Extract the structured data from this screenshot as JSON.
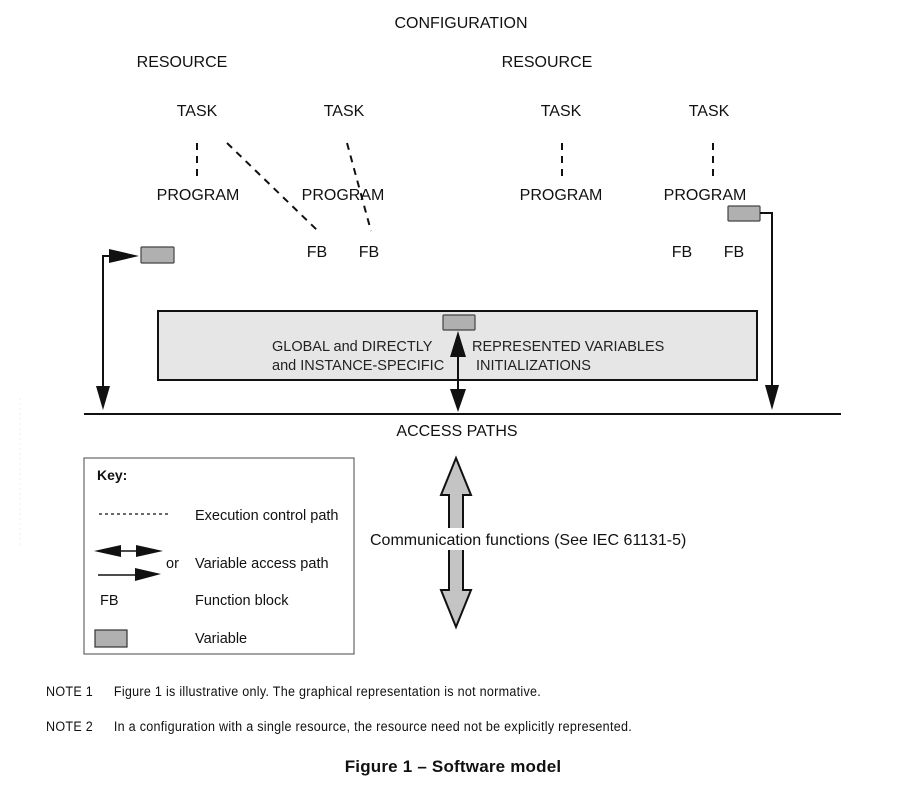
{
  "figure": {
    "configuration_label": "CONFIGURATION",
    "resources": [
      {
        "label": "RESOURCE",
        "tasks": [
          {
            "label": "TASK"
          },
          {
            "label": "TASK"
          }
        ],
        "programs": [
          {
            "label": "PROGRAM"
          },
          {
            "label": "PROGRAM"
          }
        ],
        "function_blocks": [
          {
            "label": "FB"
          },
          {
            "label": "FB"
          }
        ]
      },
      {
        "label": "RESOURCE",
        "tasks": [
          {
            "label": "TASK"
          },
          {
            "label": "TASK"
          }
        ],
        "programs": [
          {
            "label": "PROGRAM"
          },
          {
            "label": "PROGRAM"
          }
        ],
        "function_blocks": [
          {
            "label": "FB"
          },
          {
            "label": "FB"
          }
        ]
      }
    ],
    "global_box": {
      "line1_left": "GLOBAL and DIRECTLY",
      "line1_right": "REPRESENTED VARIABLES",
      "line2_left": "and INSTANCE-SPECIFIC",
      "line2_right": "INITIALIZATIONS"
    },
    "access_paths_label": "ACCESS PATHS",
    "communication_label": "Communication functions (See IEC 61131-5)",
    "key": {
      "title": "Key:",
      "items": [
        {
          "symbol": "dashed-line",
          "label": "Execution control path"
        },
        {
          "symbol": "arrows",
          "label": "Variable access path",
          "or_label": "or"
        },
        {
          "symbol": "FB",
          "label": "Function block"
        },
        {
          "symbol": "variable-box",
          "label": "Variable"
        }
      ]
    },
    "colors": {
      "variable_fill": "#b0b0b0",
      "global_box_fill": "#e6e6e6",
      "comm_arrow_fill": "#c4c4c4",
      "line": "#111111"
    }
  },
  "notes": [
    {
      "label": "NOTE 1",
      "text": "Figure 1 is illustrative only. The graphical representation is not normative."
    },
    {
      "label": "NOTE 2",
      "text": "In a configuration with a single resource, the resource need not be explicitly represented."
    }
  ],
  "caption": "Figure 1 – Software model"
}
